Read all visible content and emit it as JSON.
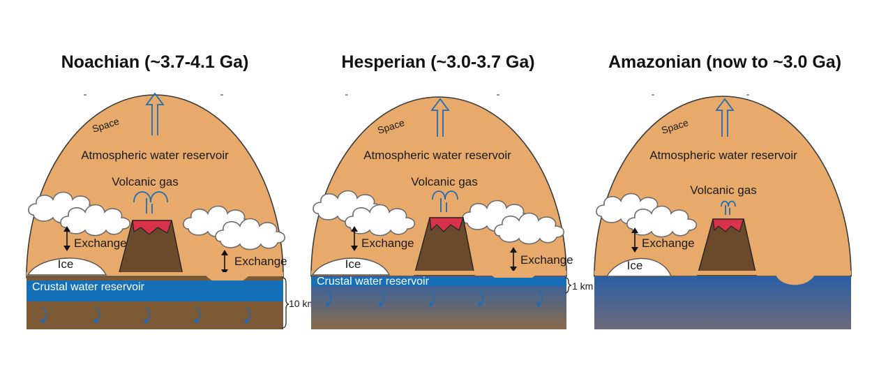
{
  "colors": {
    "atmosphere": "#E8AA6A",
    "water": "#1570B8",
    "soil": "#7B5A35",
    "volcano": "#6A4A2B",
    "lava": "#D8334A",
    "arrow_blue": "#1F6CB5",
    "ice": "#FFFFFF"
  },
  "panels": [
    {
      "title": "Noachian (~3.7-4.1 Ga)",
      "space_label": "Space",
      "atmosphere_label": "Atmospheric water reservoir",
      "volcanic_label": "Volcanic gas",
      "exchange_label_left": "Exchange",
      "exchange_label_right": "Exchange",
      "ice_label": "Ice",
      "crust_label": "Crustal water reservoir",
      "depth_label": "10 km"
    },
    {
      "title": "Hesperian (~3.0-3.7 Ga)",
      "space_label": "Space",
      "atmosphere_label": "Atmospheric water reservoir",
      "volcanic_label": "Volcanic gas",
      "exchange_label_left": "Exchange",
      "exchange_label_right": "Exchange",
      "ice_label": "Ice",
      "crust_label": "Crustal water reservoir",
      "depth_label": "1 km"
    },
    {
      "title": "Amazonian (now to ~3.0 Ga)",
      "space_label": "Space",
      "atmosphere_label": "Atmospheric water reservoir",
      "volcanic_label": "Volcanic gas",
      "exchange_label_left": "Exchange",
      "ice_label": "Ice"
    }
  ]
}
